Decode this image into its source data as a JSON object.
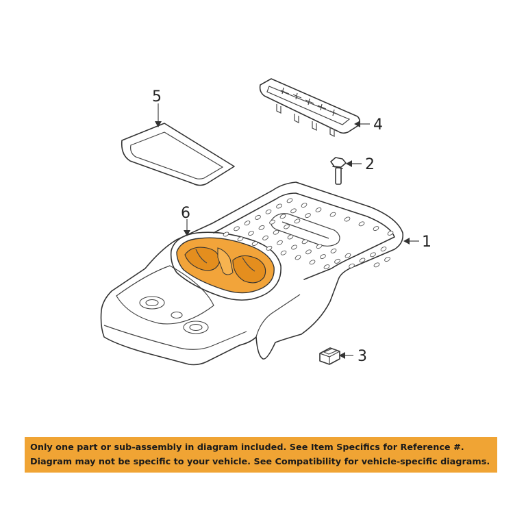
{
  "callouts": {
    "part1": "1",
    "part2": "2",
    "part3": "3",
    "part4": "4",
    "part5": "5",
    "part6": "6"
  },
  "disclaimer": {
    "line1": "Only one part or sub-assembly in diagram included. See Item Specifics for Reference #.",
    "line2": "Diagram may not be specific to your vehicle. See Compatibility for vehicle-specific diagrams."
  },
  "colors": {
    "highlight": "#f2a43a",
    "banner": "#f0a434",
    "line": "#333333"
  }
}
